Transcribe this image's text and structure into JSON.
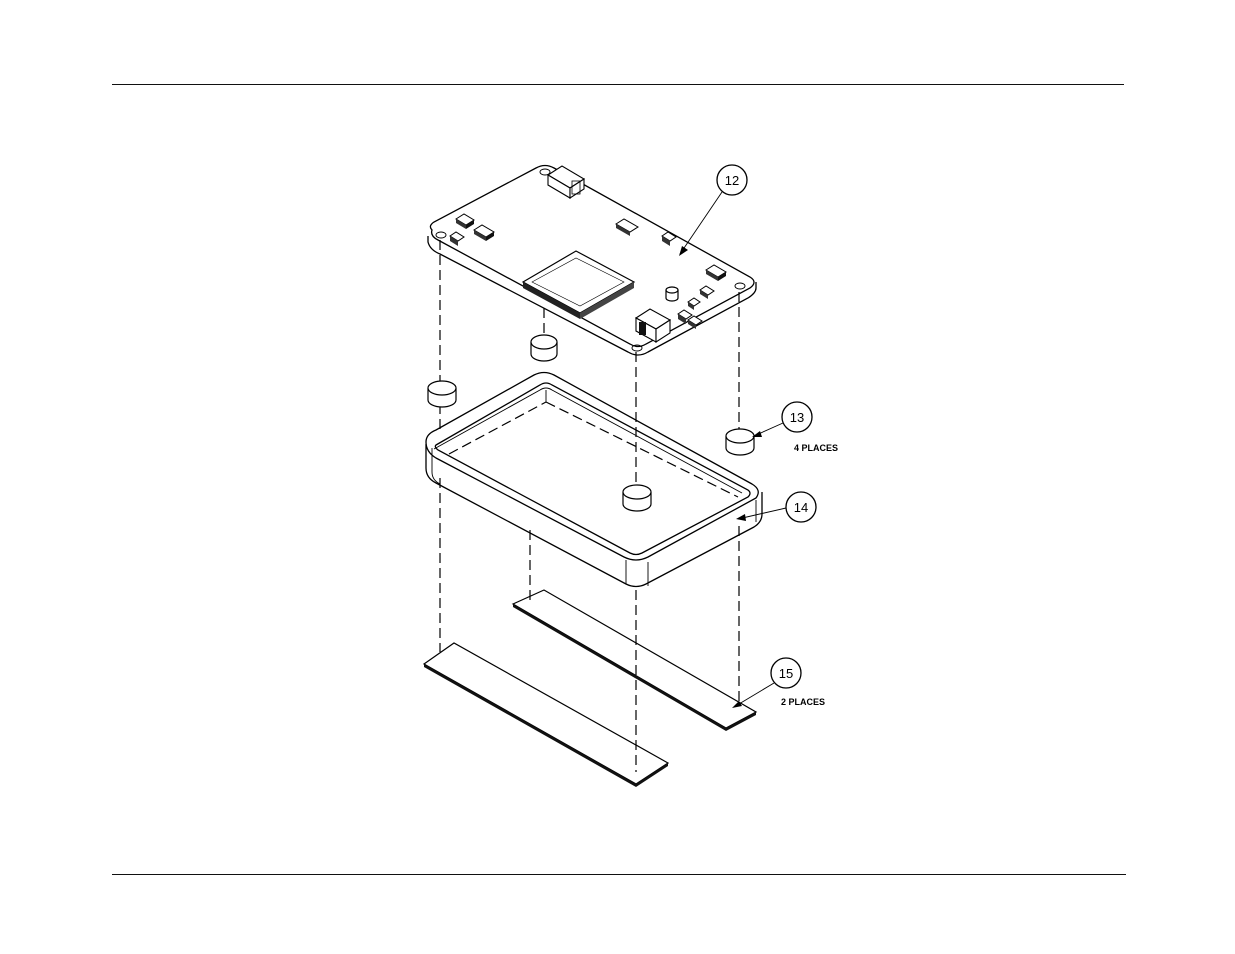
{
  "callouts": {
    "pcb": {
      "number": "12"
    },
    "pad": {
      "number": "13",
      "note": "4 PLACES"
    },
    "tray": {
      "number": "14"
    },
    "strip": {
      "number": "15",
      "note": "2 PLACES"
    }
  }
}
